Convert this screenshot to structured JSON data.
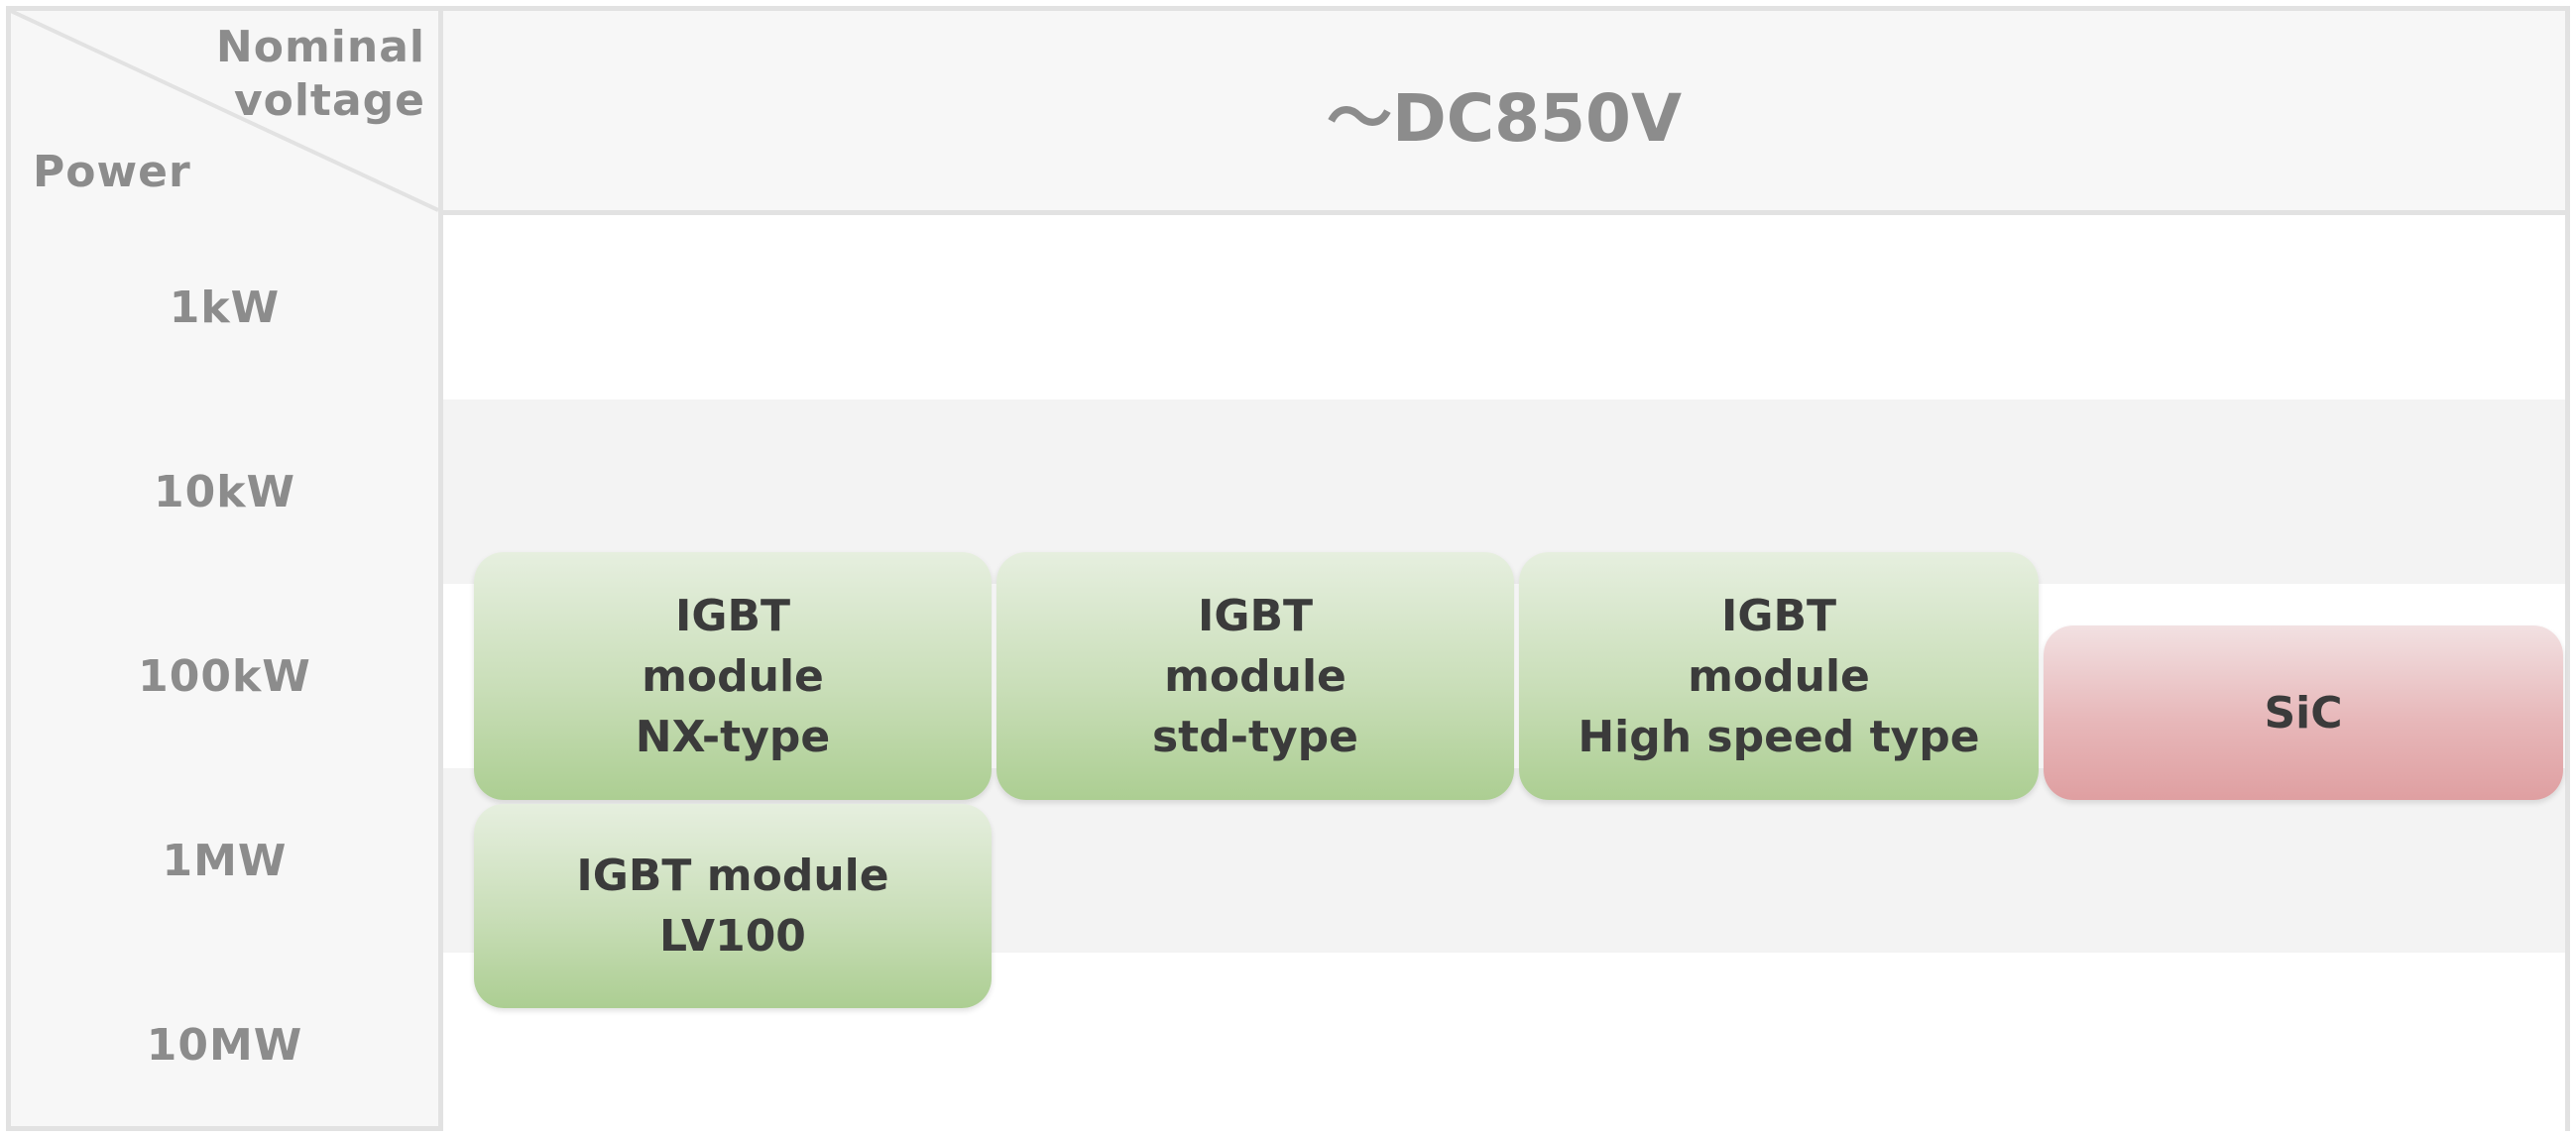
{
  "header": {
    "corner_top": "Nominal\nvoltage",
    "corner_bottom": "Power",
    "voltage": "～DC850V"
  },
  "power_levels": [
    "1kW",
    "10kW",
    "100kW",
    "1MW",
    "10MW"
  ],
  "modules": [
    {
      "label": "IGBT\nmodule\nNX-type",
      "color": "#b6d49f"
    },
    {
      "label": "IGBT\nmodule\nstd-type",
      "color": "#b6d49f"
    },
    {
      "label": "IGBT\nmodule\nHigh speed type",
      "color": "#b6d49f"
    },
    {
      "label": "SiC",
      "color": "#e2a7a9"
    },
    {
      "label": "IGBT module\nLV100",
      "color": "#b6d49f"
    }
  ],
  "colors": {
    "grid": "#e2e2e2",
    "header_bg": "#f7f7f7",
    "band_grey": "#f3f3f3",
    "label_text": "#8c8c8c"
  }
}
